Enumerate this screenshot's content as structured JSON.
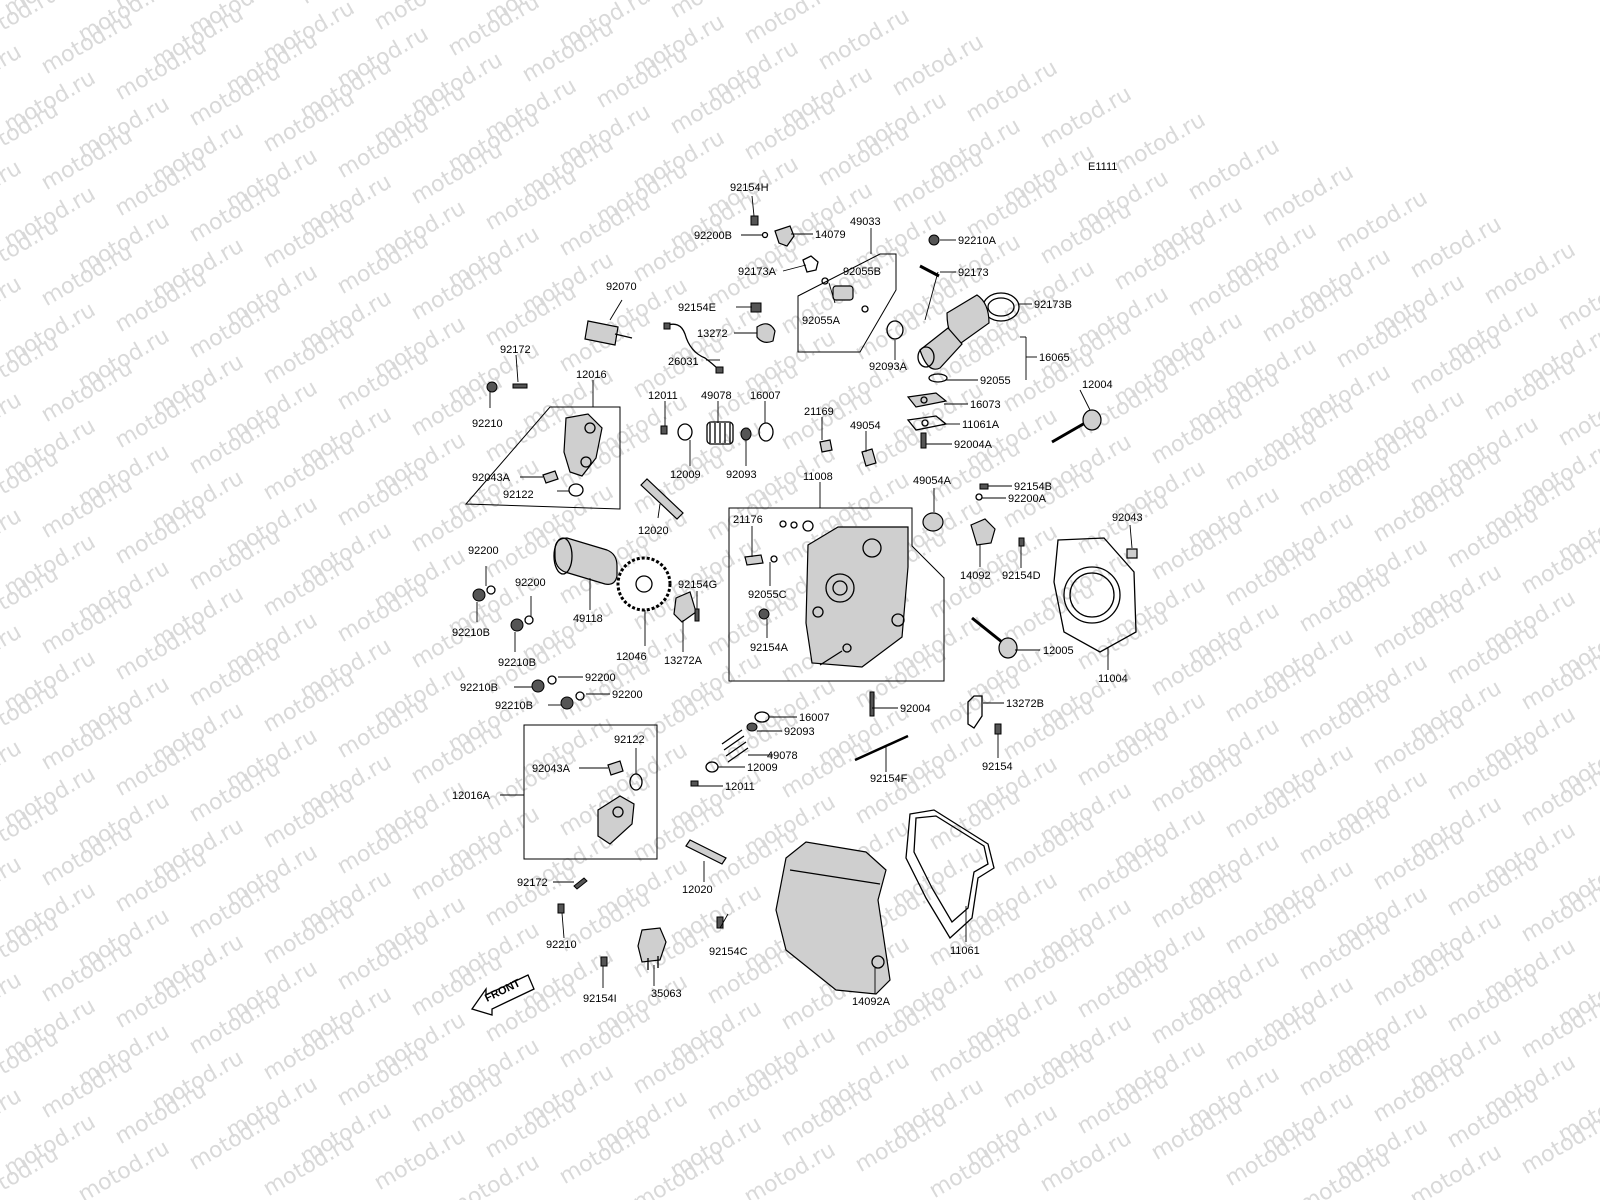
{
  "watermark": "motod.ru",
  "diagram_code": "E1111",
  "front_label": "FRONT",
  "labels": {
    "p92154H": "92154H",
    "p92200B": "92200B",
    "p14079": "14079",
    "p49033": "49033",
    "p92173A": "92173A",
    "p92055B": "92055B",
    "p92055A": "92055A",
    "p92154E": "92154E",
    "p13272": "13272",
    "p26031": "26031",
    "p92070": "92070",
    "p92210A": "92210A",
    "p92173": "92173",
    "p92173B": "92173B",
    "p92093A": "92093A",
    "p16065": "16065",
    "p92055": "92055",
    "p16073": "16073",
    "p11061A": "11061A",
    "p92004A": "92004A",
    "p12004": "12004",
    "p92172_top": "92172",
    "p92210_top": "92210",
    "p12016": "12016",
    "p92043A_top": "92043A",
    "p92122_top": "92122",
    "p12011_top": "12011",
    "p49078_top": "49078",
    "p16007_top": "16007",
    "p12009_top": "12009",
    "p92093_top": "92093",
    "p21169": "21169",
    "p49054": "49054",
    "p11008": "11008",
    "p49054A": "49054A",
    "p92154B": "92154B",
    "p92200A": "92200A",
    "p92043_right": "92043",
    "p12020_top": "12020",
    "p21176": "21176",
    "p92055C": "92055C",
    "p92154A": "92154A",
    "p14092": "14092",
    "p92154D": "92154D",
    "p12005": "12005",
    "p11004": "11004",
    "p92200_a": "92200",
    "p92200_b": "92200",
    "p92210B_a": "92210B",
    "p92210B_b": "92210B",
    "p49118": "49118",
    "p12046": "12046",
    "p92154G": "92154G",
    "p13272A": "13272A",
    "p92210B_c": "92210B",
    "p92200_c": "92200",
    "p92210B_d": "92210B",
    "p92200_d": "92200",
    "p92004": "92004",
    "p13272B": "13272B",
    "p16007_bot": "16007",
    "p92093_bot": "92093",
    "p49078_bot": "49078",
    "p12009_bot": "12009",
    "p12011_bot": "12011",
    "p92154F": "92154F",
    "p92154": "92154",
    "p92122_bot": "92122",
    "p92043A_bot": "92043A",
    "p12016A": "12016A",
    "p92172_bot": "92172",
    "p12020_bot": "12020",
    "p92210_bot": "92210",
    "p92154C": "92154C",
    "p92154I": "92154I",
    "p35063": "35063",
    "p14092A": "14092A",
    "p11061": "11061"
  }
}
